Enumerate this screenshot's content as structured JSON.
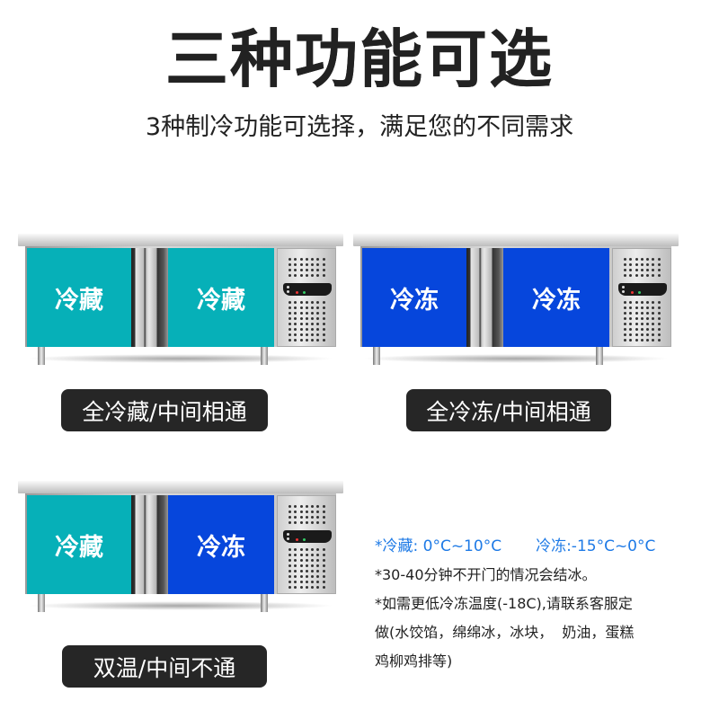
{
  "header": {
    "title": "三种功能可选",
    "subtitle": "3种制冷功能可选择，满足您的不同需求"
  },
  "colors": {
    "refrigerate_door": "#06b0b8",
    "freeze_door": "#0646dc",
    "badge_bg": "#262626",
    "note_accent": "#1e7ae6"
  },
  "products": [
    {
      "doors": [
        {
          "label": "冷藏",
          "type": "refrigerate"
        },
        {
          "label": "冷藏",
          "type": "refrigerate"
        }
      ],
      "badge": "全冷藏/中间相通"
    },
    {
      "doors": [
        {
          "label": "冷冻",
          "type": "freeze"
        },
        {
          "label": "冷冻",
          "type": "freeze"
        }
      ],
      "badge": "全冷冻/中间相通"
    },
    {
      "doors": [
        {
          "label": "冷藏",
          "type": "refrigerate"
        },
        {
          "label": "冷冻",
          "type": "freeze"
        }
      ],
      "badge": "双温/中间不通"
    }
  ],
  "notes": {
    "refrigerate_range": "*冷藏: 0°C~10°C",
    "freeze_range": "冷冻:-15°C~0°C",
    "line1": "*30-40分钟不开门的情况会结冰。",
    "line2": "*如需更低冷冻温度(-18C),请联系客服定",
    "line3": "做(水饺馅，绵绵冰，冰块，  奶油，蛋糕",
    "line4": "鸡柳鸡排等)"
  }
}
